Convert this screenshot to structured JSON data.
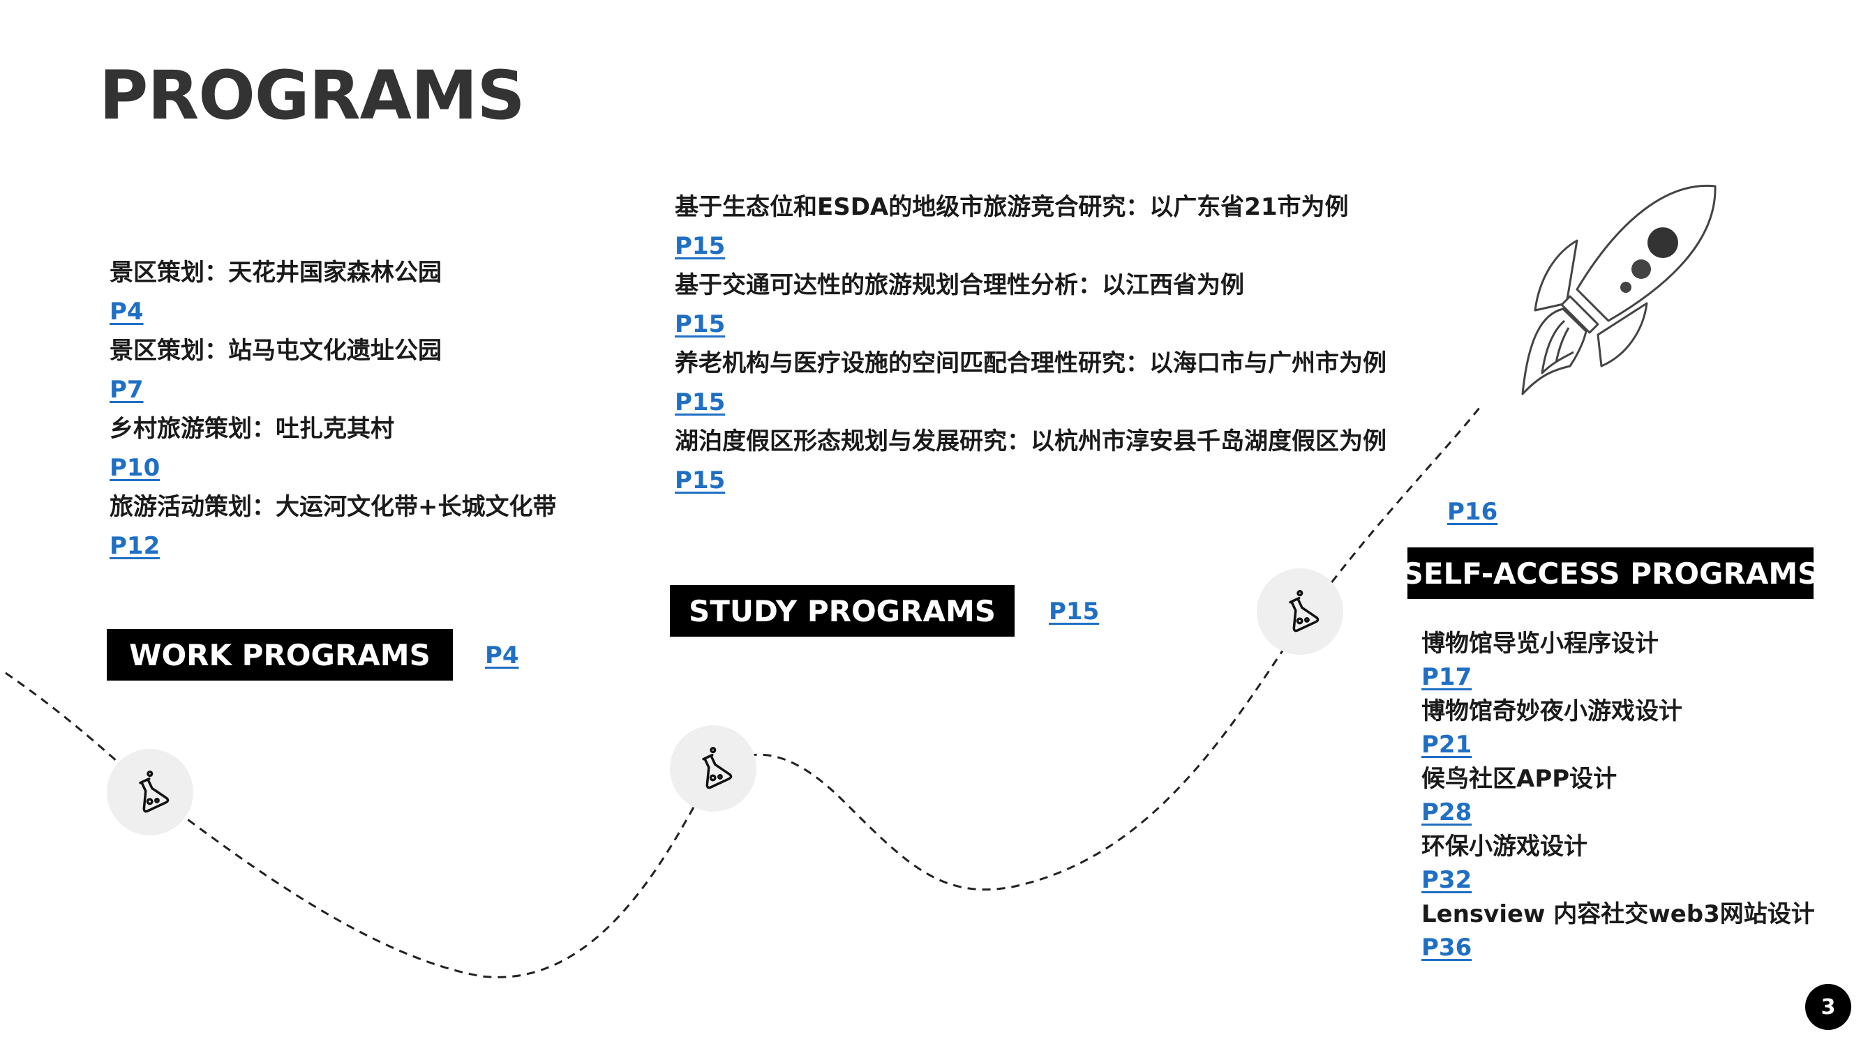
{
  "page": {
    "title": "PROGRAMS",
    "page_number": "3"
  },
  "colors": {
    "link": "#1f6fc5",
    "label_background": "#000000",
    "title": "#333333",
    "badge_background": "#efefef"
  },
  "work_programs": {
    "label": "WORK PROGRAMS",
    "ref": "P4",
    "items": [
      {
        "text": "景区策划：天花井国家森林公园",
        "page": "P4"
      },
      {
        "text": "景区策划：站马屯文化遗址公园",
        "page": "P7"
      },
      {
        "text": "乡村旅游策划：吐扎克其村",
        "page": "P10"
      },
      {
        "text": "旅游活动策划：大运河文化带+长城文化带",
        "page": "P12"
      }
    ]
  },
  "study_programs": {
    "label": "STUDY PROGRAMS",
    "ref": "P15",
    "items": [
      {
        "text": "基于生态位和ESDA的地级市旅游竞合研究：以广东省21市为例",
        "page": "P15"
      },
      {
        "text": "基于交通可达性的旅游规划合理性分析：以江西省为例",
        "page": "P15"
      },
      {
        "text": "养老机构与医疗设施的空间匹配合理性研究：以海口市与广州市为例",
        "page": "P15"
      },
      {
        "text": "湖泊度假区形态规划与发展研究：以杭州市淳安县千岛湖度假区为例",
        "page": "P15"
      }
    ]
  },
  "self_access_programs": {
    "label": "SELF-ACCESS PROGRAMS",
    "ref": "P16",
    "items": [
      {
        "text": "博物馆导览小程序设计",
        "page": "P17"
      },
      {
        "text": "博物馆奇妙夜小游戏设计",
        "page": "P21"
      },
      {
        "text": "候鸟社区APP设计",
        "page": "P28"
      },
      {
        "text": "环保小游戏设计",
        "page": "P32"
      },
      {
        "text": "Lensview 内容社交web3网站设计",
        "page": "P36"
      }
    ]
  },
  "icons": {
    "milestone": "flask-icon",
    "decoration": "rocket-icon"
  }
}
